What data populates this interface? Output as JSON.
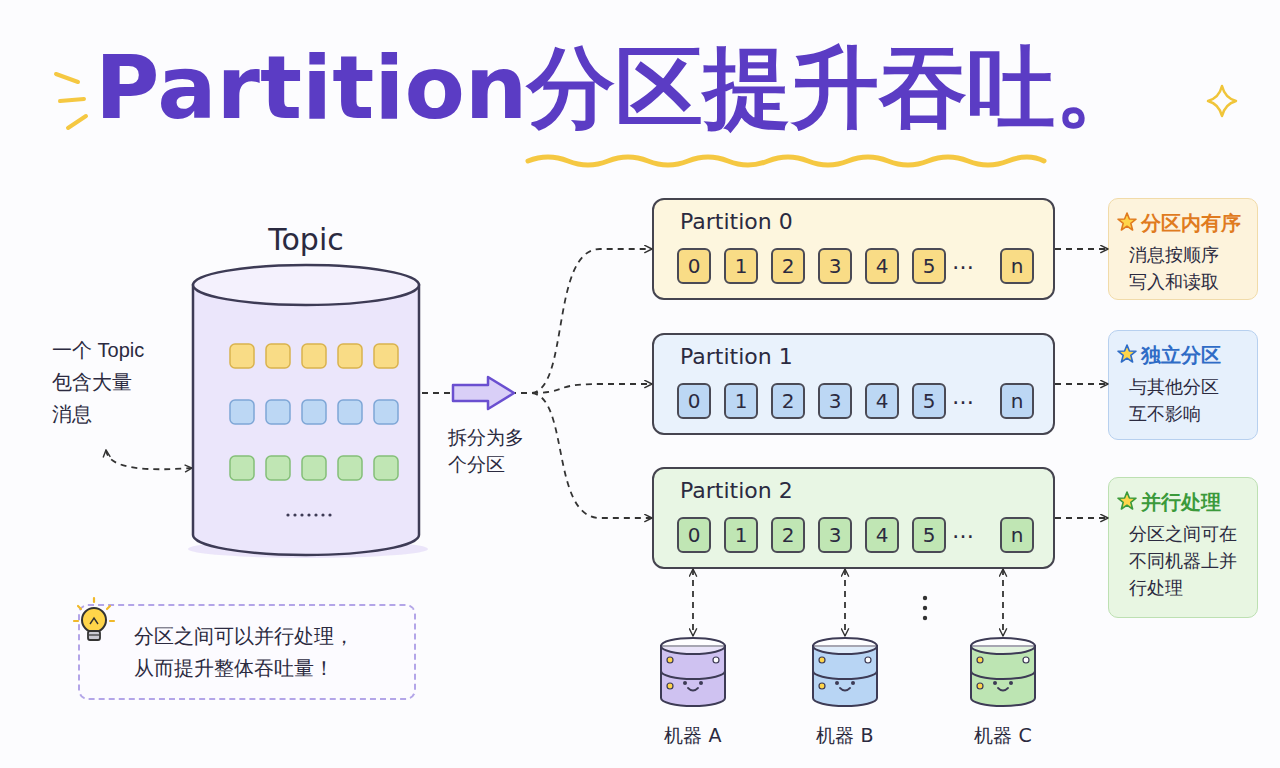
{
  "diagram": {
    "title": "Partition分区提升吞吐。",
    "nodes": [
      {
        "text": [
          "Topic"
        ]
      },
      {
        "text": [
          "Partition 0"
        ]
      },
      {
        "text": [
          "0"
        ],
        "in": 1
      },
      {
        "text": [
          "1"
        ],
        "in": 1
      },
      {
        "text": [
          "2"
        ],
        "in": 1
      },
      {
        "text": [
          "3"
        ],
        "in": 1
      },
      {
        "text": [
          "4"
        ],
        "in": 1
      },
      {
        "text": [
          "5"
        ],
        "in": 1
      },
      {
        "text": [
          "n"
        ],
        "in": 1
      },
      {
        "text": [
          "Partition 1"
        ]
      },
      {
        "text": [
          "0"
        ],
        "in": 9
      },
      {
        "text": [
          "1"
        ],
        "in": 9
      },
      {
        "text": [
          "2"
        ],
        "in": 9
      },
      {
        "text": [
          "3"
        ],
        "in": 9
      },
      {
        "text": [
          "4"
        ],
        "in": 9
      },
      {
        "text": [
          "5"
        ],
        "in": 9
      },
      {
        "text": [
          "n"
        ],
        "in": 9
      },
      {
        "text": [
          "Partition 2"
        ]
      },
      {
        "text": [
          "0"
        ],
        "in": 17
      },
      {
        "text": [
          "1"
        ],
        "in": 17
      },
      {
        "text": [
          "2"
        ],
        "in": 17
      },
      {
        "text": [
          "3"
        ],
        "in": 17
      },
      {
        "text": [
          "4"
        ],
        "in": 17
      },
      {
        "text": [
          "5"
        ],
        "in": 17
      },
      {
        "text": [
          "n"
        ],
        "in": 17
      },
      {
        "text": [
          "分区内有序",
          "消息按顺序写入和读取"
        ]
      },
      {
        "text": [
          "独立分区",
          "与其他分区互不影响"
        ]
      },
      {
        "text": [
          "并行处理",
          "分区之间可在不同机器上并行处理"
        ]
      },
      {
        "text": [
          "机器 A"
        ]
      },
      {
        "text": [
          "机器 B"
        ]
      },
      {
        "text": [
          "机器 C"
        ]
      },
      {
        "text": [
          "分区之间可以并行处理，从而提升整体吞吐量！"
        ]
      }
    ],
    "edges": [
      {
        "from": 0,
        "to": 1,
        "arrow": "to"
      },
      {
        "from": 0,
        "to": 9,
        "arrow": "to"
      },
      {
        "from": 0,
        "to": 17,
        "arrow": "to"
      },
      {
        "from": 1,
        "to": 25,
        "arrow": "to"
      },
      {
        "from": 9,
        "to": 26,
        "arrow": "to"
      },
      {
        "from": 17,
        "to": 27,
        "arrow": "to"
      },
      {
        "from": 17,
        "to": 28,
        "arrow": "both"
      },
      {
        "from": 17,
        "to": 29,
        "arrow": "both"
      },
      {
        "from": 17,
        "to": 30,
        "arrow": "both"
      }
    ],
    "labels": [
      "一个 Topic 包含大量消息",
      "拆分为多个分区",
      "…",
      "…",
      "…"
    ]
  }
}
